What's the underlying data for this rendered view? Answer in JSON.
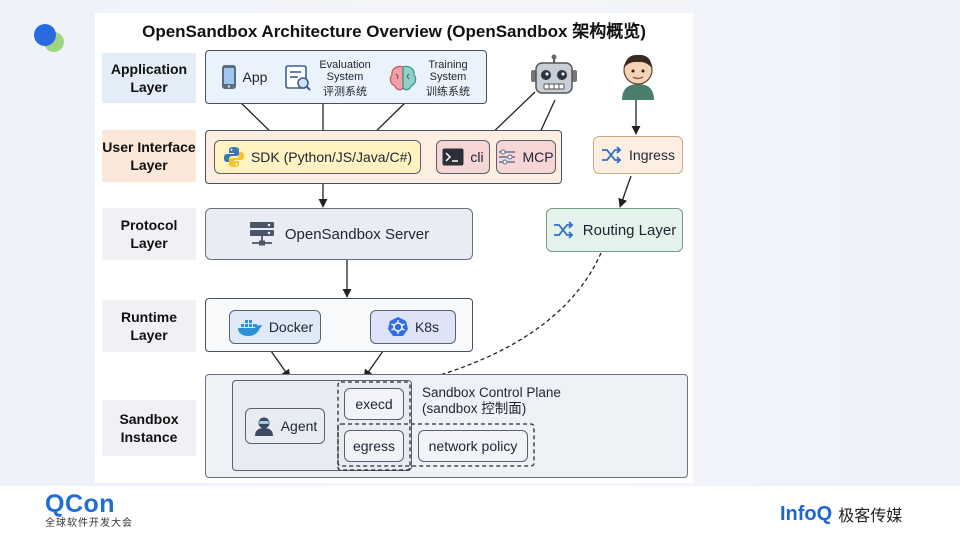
{
  "title": "OpenSandbox Architecture Overview (OpenSandbox 架构概览)",
  "layers": {
    "application": "Application Layer",
    "user_interface": "User Interface Layer",
    "protocol": "Protocol Layer",
    "runtime": "Runtime Layer",
    "sandbox": "Sandbox Instance"
  },
  "application_items": {
    "app": "App",
    "evaluation_en": "Evaluation System",
    "evaluation_cn": "评测系统",
    "training_en": "Training System",
    "training_cn": "训练系统"
  },
  "ui_items": {
    "sdk": "SDK (Python/JS/Java/C#)",
    "cli": "cli",
    "mcp": "MCP",
    "ingress": "Ingress"
  },
  "protocol_items": {
    "server": "OpenSandbox Server",
    "routing": "Routing Layer"
  },
  "runtime_items": {
    "docker": "Docker",
    "k8s": "K8s"
  },
  "sandbox_items": {
    "agent": "Agent",
    "execd": "execd",
    "egress": "egress",
    "network_policy": "network policy",
    "control_plane_en": "Sandbox Control Plane",
    "control_plane_cn": "(sandbox 控制面)"
  },
  "branding": {
    "qcon": "QCon",
    "qcon_sub": "全球软件开发大会",
    "infoq": "InfoQ",
    "infoq_sub": "极客传媒"
  },
  "colors": {
    "app_layer_bg": "#eaf2fb",
    "ui_layer_bg": "#fcefe1",
    "pill_yellow": "#fff3c2",
    "pill_red": "#f6d6d4",
    "pill_blue": "#dfeaf8",
    "pill_green": "#e3f2ea",
    "qcon_green": "#46a24a",
    "qcon_blue": "#1f6fd6",
    "infoq_blue": "#1e66d0"
  }
}
